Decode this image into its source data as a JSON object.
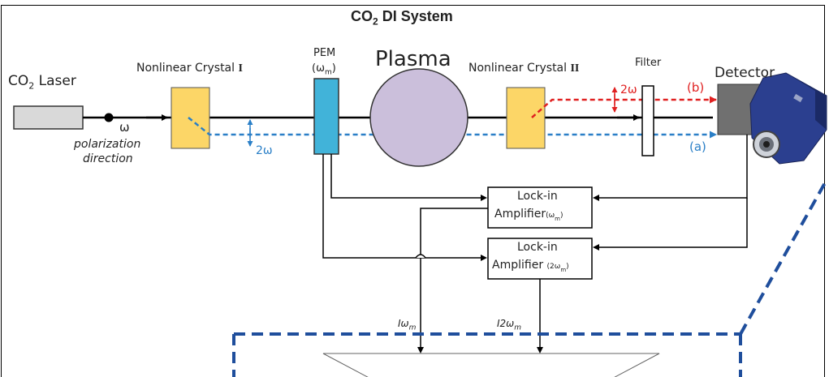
{
  "title": {
    "text": "CO",
    "sub": "2",
    "suffix": " DI System"
  },
  "laser": {
    "label_main": "CO",
    "label_sub": "2",
    "label_suffix": " Laser"
  },
  "omega": "ω",
  "polarization": {
    "line1": "polarization",
    "line2": "direction"
  },
  "crystal1": {
    "label": "Nonlinear Crystal ",
    "numeral": "I"
  },
  "pem": {
    "line1": "PEM",
    "line2": "(ω",
    "line2_sub": "m",
    "line2_end": ")"
  },
  "plasma": "Plasma",
  "crystal2": {
    "label": "Nonlinear Crystal ",
    "numeral": "II"
  },
  "filter": "Filter",
  "detector": "Detector",
  "two_omega_blue": "2ω",
  "two_omega_red": "2ω",
  "beam_a": "(a)",
  "beam_b": "(b)",
  "lockin1": {
    "line1": "Lock-in",
    "line2": "Amplifier",
    "line2_sub": "(ω",
    "line2_sub2": "m",
    "line2_end": ")"
  },
  "lockin2": {
    "line1": "Lock-in",
    "line2": "Amplifier ",
    "line2_sub": "(2ω",
    "line2_sub2": "m",
    "line2_end": ")"
  },
  "signal1": {
    "main": "Iω",
    "sub": "m"
  },
  "signal2": {
    "main": "I2ω",
    "sub": "m"
  },
  "colors": {
    "crystal": "#fcd667",
    "pem": "#41b3d9",
    "plasma": "#cbbfdb",
    "laser": "#d9d9d9",
    "detector": "#707070",
    "beam_blue": "#2a7fc7",
    "beam_red": "#e02020",
    "frame_blue": "#1f4e9c"
  }
}
